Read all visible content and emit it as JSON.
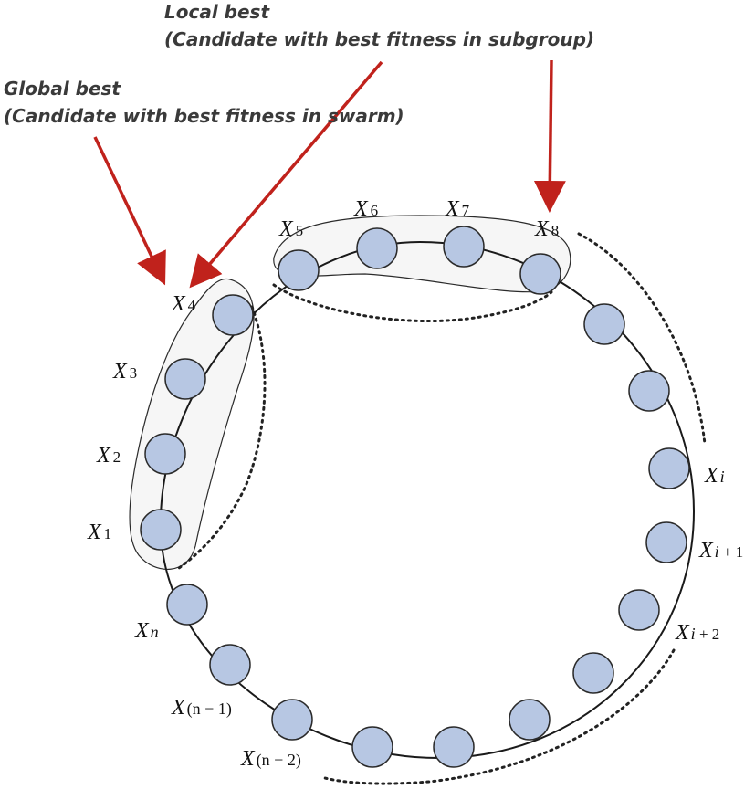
{
  "annotations": {
    "local_best": {
      "title": "Local best",
      "subtitle": "(Candidate with best fitness in subgroup)"
    },
    "global_best": {
      "title": "Global best",
      "subtitle": "(Candidate with best fitness in swarm)"
    }
  },
  "labels": {
    "x1": {
      "var": "X",
      "sub": "1"
    },
    "x2": {
      "var": "X",
      "sub": "2"
    },
    "x3": {
      "var": "X",
      "sub": "3"
    },
    "x4": {
      "var": "X",
      "sub": "4"
    },
    "x5": {
      "var": "X",
      "sub": "5"
    },
    "x6": {
      "var": "X",
      "sub": "6"
    },
    "x7": {
      "var": "X",
      "sub": "7"
    },
    "x8": {
      "var": "X",
      "sub": "8"
    },
    "xi": {
      "var": "X",
      "sub": "i"
    },
    "xi1": {
      "var": "X",
      "sub": "i",
      "rest": " + 1"
    },
    "xi2": {
      "var": "X",
      "sub": "i",
      "rest": " + 2"
    },
    "xn": {
      "var": "X",
      "sub": "n"
    },
    "xn1": {
      "var": "X",
      "sub": "(n − 1)"
    },
    "xn2": {
      "var": "X",
      "sub": "(n − 2)"
    }
  },
  "colors": {
    "node_fill": "#b7c7e3",
    "node_stroke": "#2b2b2b",
    "arrow": "#c0221c",
    "group_fill": "#f6f6f6"
  }
}
